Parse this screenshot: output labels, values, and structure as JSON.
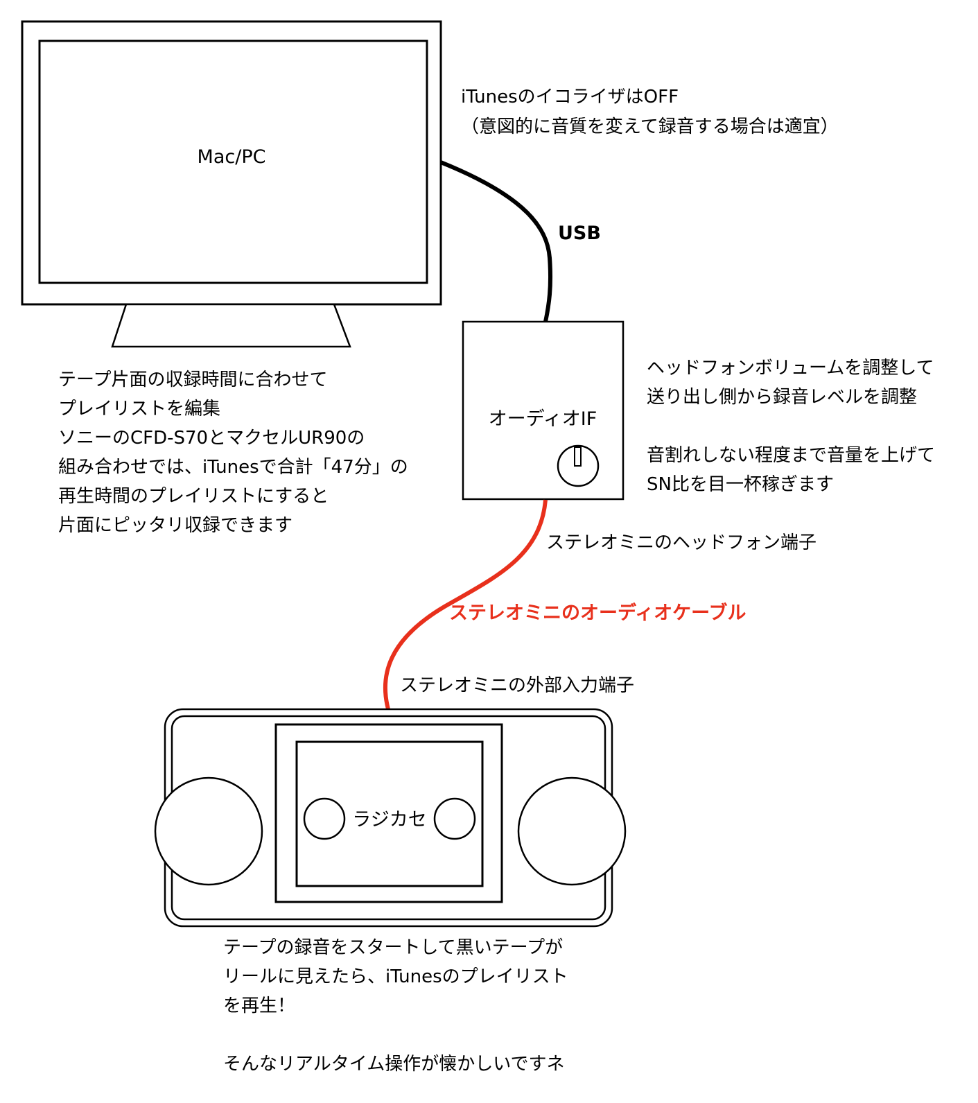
{
  "devices": {
    "computer": "Mac/PC",
    "audio_interface": "オーディオIF",
    "radio_cassette": "ラジカセ"
  },
  "cables": {
    "usb": {
      "label": "USB",
      "color": "#000000"
    },
    "audio": {
      "label": "ステレオミニのオーディオケーブル",
      "color": "#e8301c"
    }
  },
  "ports": {
    "headphone_out": "ステレオミニのヘッドフォン端子",
    "external_in": "ステレオミニの外部入力端子"
  },
  "notes": {
    "itunes_eq": [
      "iTunesのイコライザはOFF",
      "（意図的に音質を変えて録音する場合は適宜）"
    ],
    "playlist": [
      "テープ片面の収録時間に合わせて",
      "プレイリストを編集",
      "ソニーのCFD-S70とマクセルUR90の",
      "組み合わせでは、iTunesで合計「47分」の",
      "再生時間のプレイリストにすると",
      "片面にピッタリ収録できます"
    ],
    "volume": [
      "ヘッドフォンボリュームを調整して",
      "送り出し側から録音レベルを調整",
      "",
      "音割れしない程度まで音量を上げて",
      "SN比を目一杯稼ぎます"
    ],
    "recording": [
      "テープの録音をスタートして黒いテープが",
      "リールに見えたら、iTunesのプレイリスト",
      "を再生！",
      "",
      "そんなリアルタイム操作が懐かしいですネ"
    ]
  }
}
